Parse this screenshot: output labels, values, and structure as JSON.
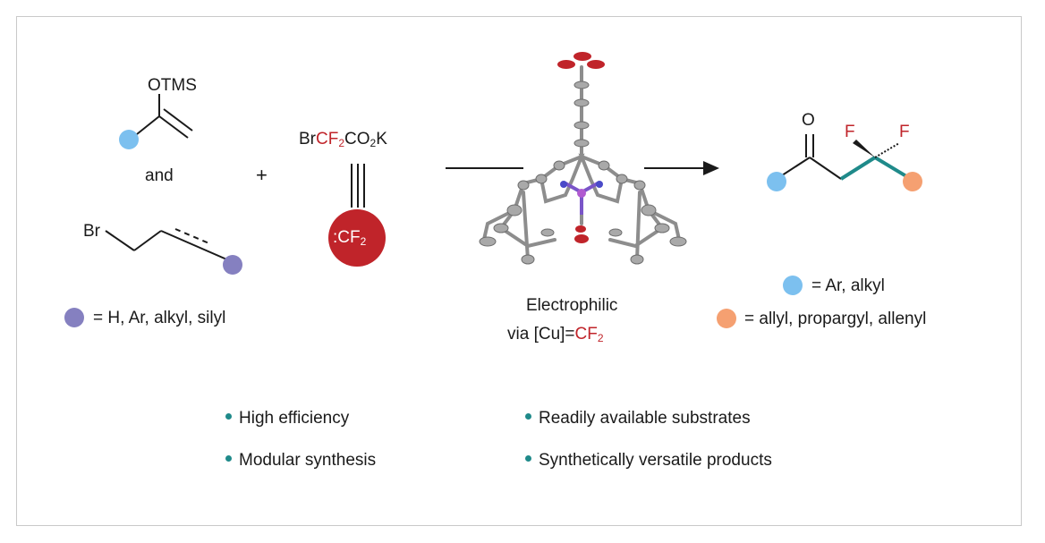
{
  "reagents": {
    "silyl_enol_ether_label": "OTMS",
    "and_label": "and",
    "bromide_label": "Br",
    "plus_label": "+",
    "carbene_source": {
      "prefix": "Br",
      "cf": "CF",
      "cf_sub": "2",
      "co": "CO",
      "co_sub": "2",
      "suffix": "K"
    },
    "carbene_circle": {
      "colon": ":",
      "cf": "CF",
      "sub": "2"
    }
  },
  "legend_left": {
    "text": "= H, Ar, alkyl, silyl",
    "color": "#8580c0"
  },
  "catalyst": {
    "line1": "Electrophilic",
    "line2_prefix": "via [Cu]=",
    "line2_red": "CF",
    "line2_sub": "2"
  },
  "product": {
    "o_label": "O",
    "f1": "F",
    "f2": "F"
  },
  "legend_right": [
    {
      "text": "= Ar, alkyl",
      "color": "#7cc0ef"
    },
    {
      "text": "= allyl, propargyl, allenyl",
      "color": "#f5a071"
    }
  ],
  "features": [
    "High efficiency",
    "Readily available substrates",
    "Modular synthesis",
    "Synthetically versatile products"
  ],
  "colors": {
    "blue_dot": "#7cc0ef",
    "purple_dot": "#8580c0",
    "orange_dot": "#f5a071",
    "teal_bond": "#1f8a8a",
    "fluorine_red": "#c0242a",
    "carbene_circle": "#c0242a",
    "bullet": "#1f8a8a"
  }
}
